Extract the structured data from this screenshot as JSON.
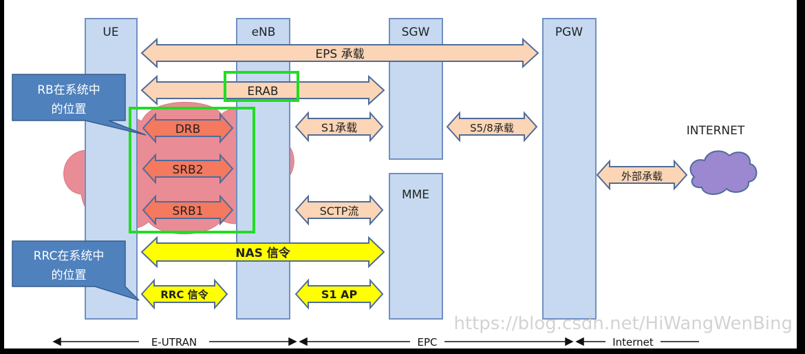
{
  "nodes": {
    "ue": "UE",
    "enb": "eNB",
    "sgw": "SGW",
    "mme": "MME",
    "pgw": "PGW",
    "internet": "INTERNET"
  },
  "bearers": {
    "eps": "EPS 承载",
    "erab": "ERAB",
    "drb": "DRB",
    "srb2": "SRB2",
    "srb1": "SRB1",
    "s1": "S1承载",
    "sctp": "SCTP流",
    "s58": "S5/8承载",
    "external": "外部承载",
    "nas": "NAS 信令",
    "rrc": "RRC 信令",
    "s1ap": "S1 AP"
  },
  "callouts": {
    "rb_line1": "RB在系统中",
    "rb_line2": "的位置",
    "rrc_line1": "RRC在系统中",
    "rrc_line2": "的位置"
  },
  "domains": {
    "eutran": "E-UTRAN",
    "epc": "EPC",
    "internet": "Internet"
  },
  "watermark": "https://blog.csdn.net/HiWangWenBing",
  "colors": {
    "node_fill": "#c6d9f1",
    "node_stroke": "#6f8fc0",
    "bearer_fill": "#fbd5b5",
    "bearer_stroke": "#4f6b9a",
    "radio_fill": "#f4795f",
    "signal_fill": "#ffff00",
    "cloud_fill": "#e8808a",
    "internet_cloud": "#9b88d0",
    "highlight": "#22dd22",
    "callout_fill": "#4f81bd"
  }
}
